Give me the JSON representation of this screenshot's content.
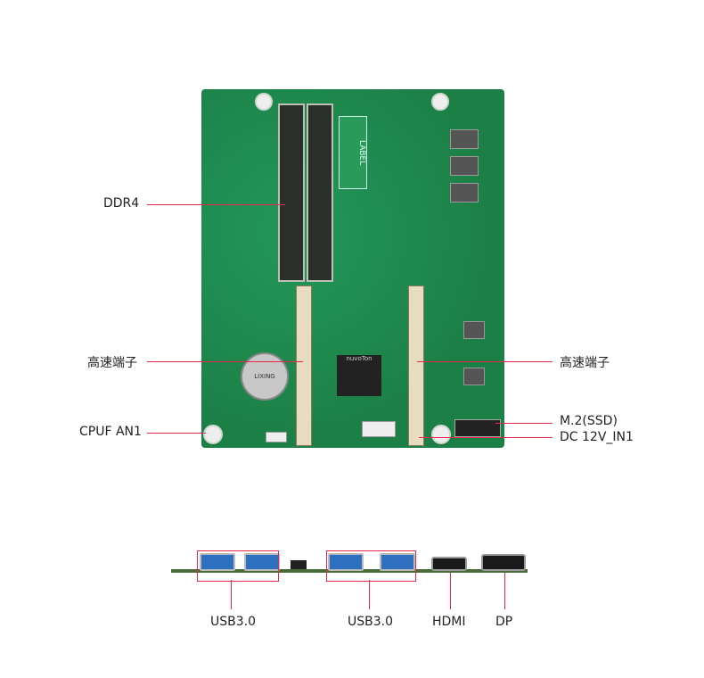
{
  "top_view": {
    "labels": {
      "ddr4": "DDR4",
      "high_speed_left": "高速端子",
      "cpu_fan": "CPUF AN1",
      "high_speed_right": "高速端子",
      "m2": "M.2(SSD)",
      "dc_in": "DC 12V_IN1"
    },
    "board_text": {
      "label_sticker": "LABEL",
      "chip_brand": "nuvoTon",
      "battery": "LIXING"
    }
  },
  "side_view": {
    "labels": [
      "USB3.0",
      "USB3.0",
      "HDMI",
      "DP"
    ]
  },
  "colors": {
    "callout": "#e8264a",
    "pcb": "#1f8a4c"
  }
}
